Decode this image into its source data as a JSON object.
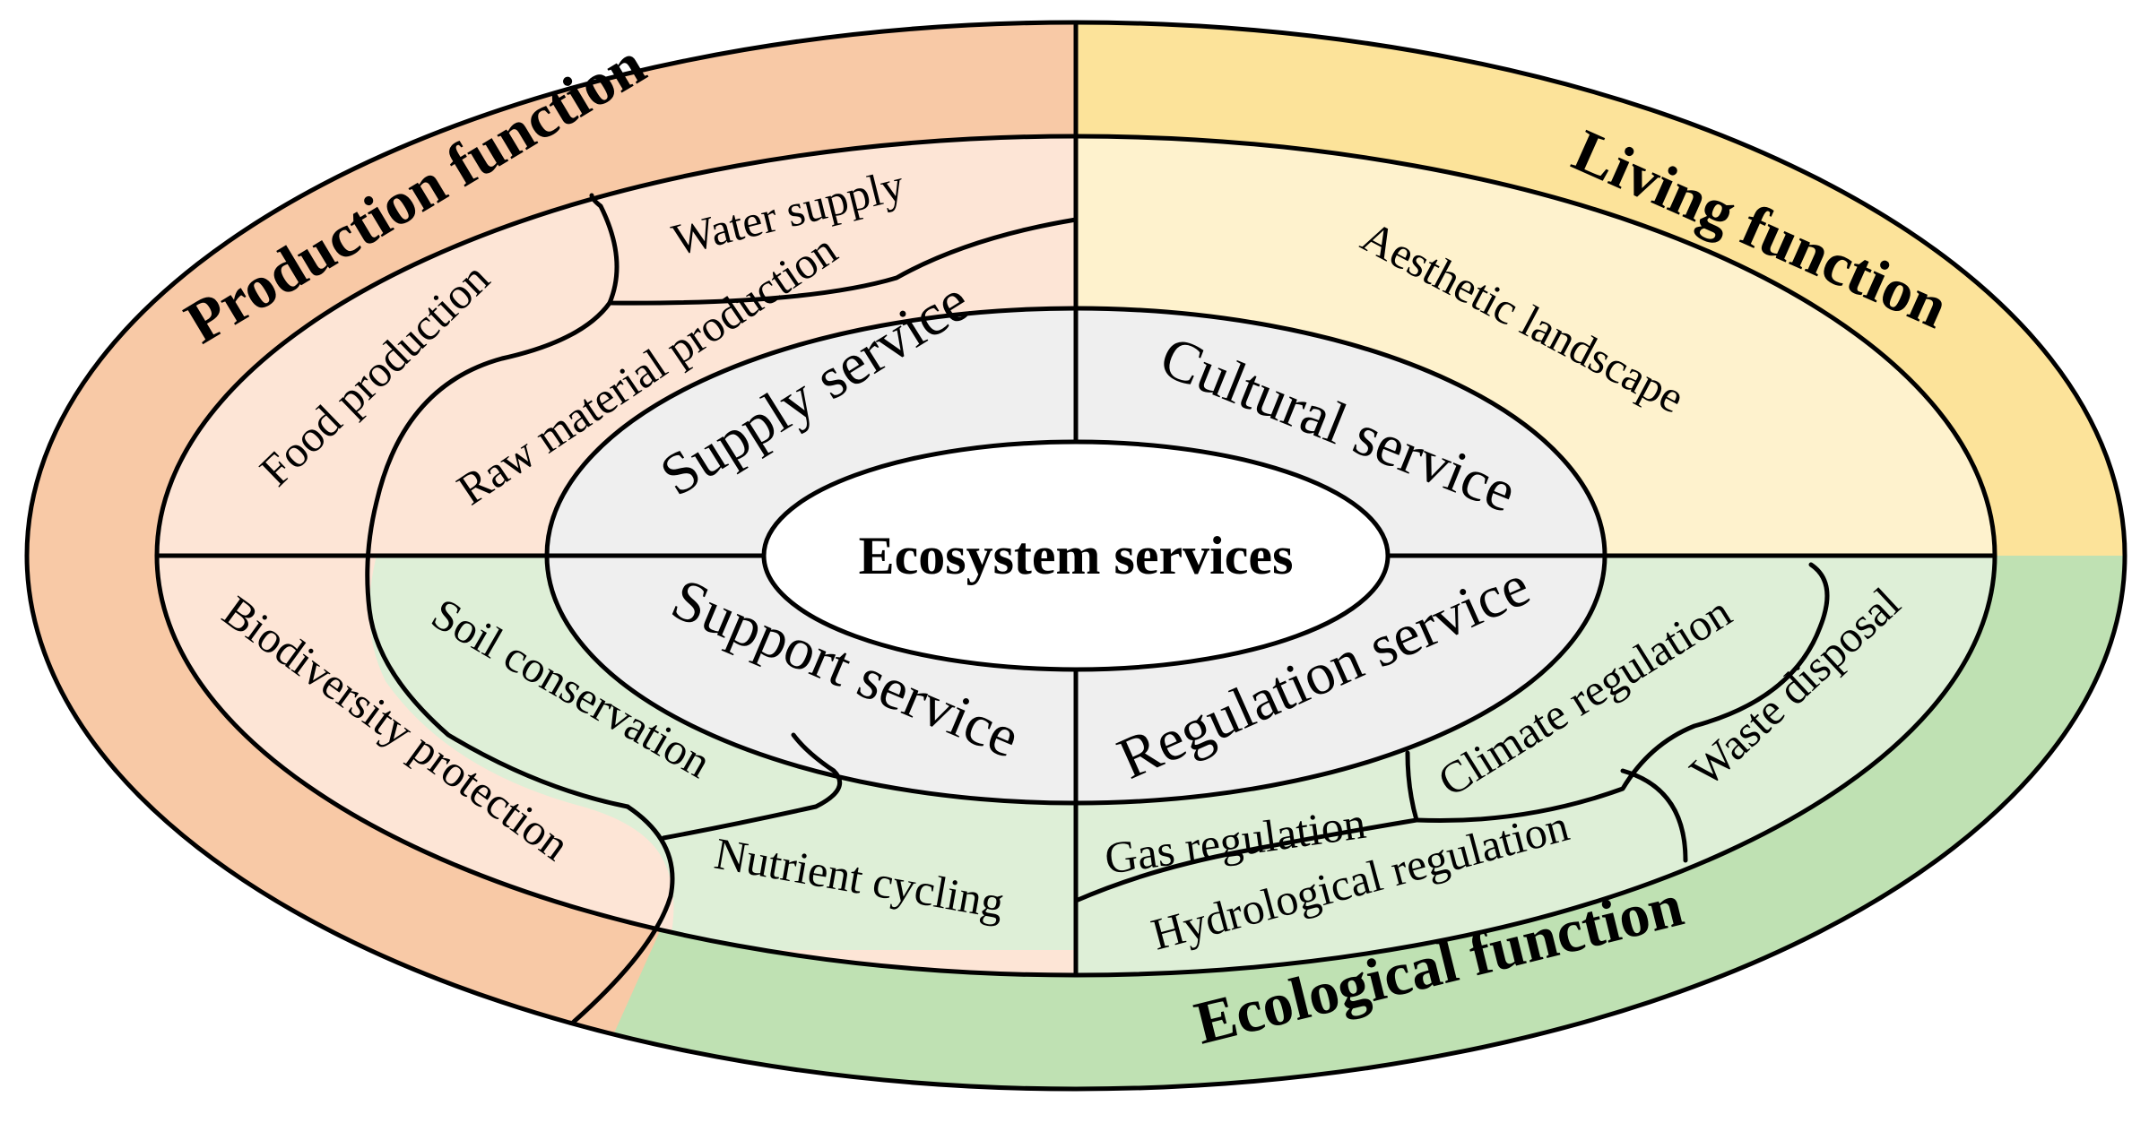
{
  "center": {
    "label": "Ecosystem services"
  },
  "functions": {
    "production": "Production function",
    "living": "Living function",
    "ecological": "Ecological function"
  },
  "services": {
    "supply": "Supply service",
    "cultural": "Cultural service",
    "support": "Support service",
    "regulation": "Regulation service"
  },
  "items": {
    "water_supply": "Water supply",
    "food_production": "Food production",
    "raw_material_production": "Raw material production",
    "aesthetic_landscape": "Aesthetic landscape",
    "biodiversity_protection": "Biodiversity protection",
    "soil_conservation": "Soil conservation",
    "nutrient_cycling": "Nutrient cycling",
    "climate_regulation": "Climate regulation",
    "waste_disposal": "Waste disposal",
    "gas_regulation": "Gas regulation",
    "hydrological_regulation": "Hydrological regulation"
  },
  "colors": {
    "production_outer": "#F8C9A6",
    "production_inner": "#FDE5D6",
    "living_outer": "#FCE39A",
    "living_inner": "#FEF2CD",
    "ecological_outer": "#BFE1B3",
    "ecological_inner": "#DEEFD7",
    "service_ring": "#EFEFEF",
    "center": "#FFFFFF"
  }
}
